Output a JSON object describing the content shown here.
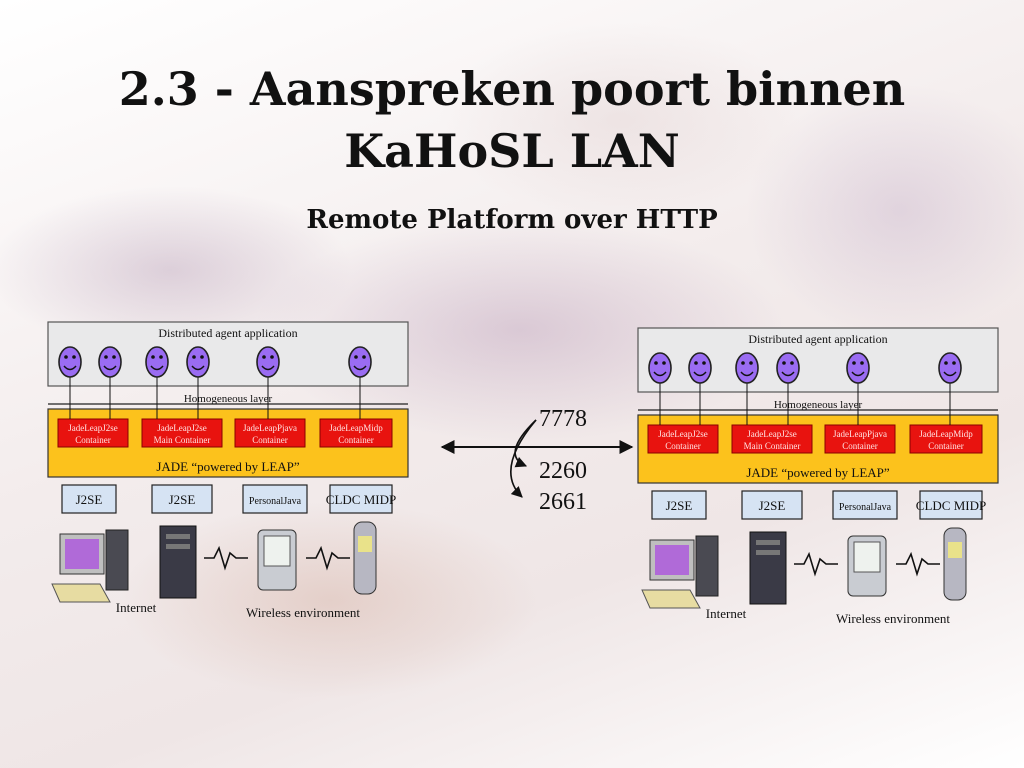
{
  "slide": {
    "title_line1": "2.3 - Aanspreken poort binnen",
    "title_line2": "KaHoSL LAN",
    "subtitle": "Remote Platform over HTTP"
  },
  "diagram_text": {
    "app": "Distributed agent application",
    "layer": "Homogeneous layer",
    "jade": "JADE “powered by LEAP”",
    "containers": [
      [
        "JadeLeapJ2se",
        "Container"
      ],
      [
        "JadeLeapJ2se",
        "Main Container"
      ],
      [
        "JadeLeapPjava",
        "Container"
      ],
      [
        "JadeLeapMidp",
        "Container"
      ]
    ],
    "runtimes": [
      "J2SE",
      "J2SE",
      "PersonalJava",
      "CLDC MIDP"
    ],
    "internet": "Internet",
    "wireless": "Wireless environment"
  },
  "ports": [
    "7778",
    "2260",
    "2661"
  ],
  "colors": {
    "app_box": "#e9e9ea",
    "jade_band": "#fcc21c",
    "container": "#e8130f",
    "agent": "#9a6cf2",
    "runtime_box": "#d6e3f3"
  }
}
